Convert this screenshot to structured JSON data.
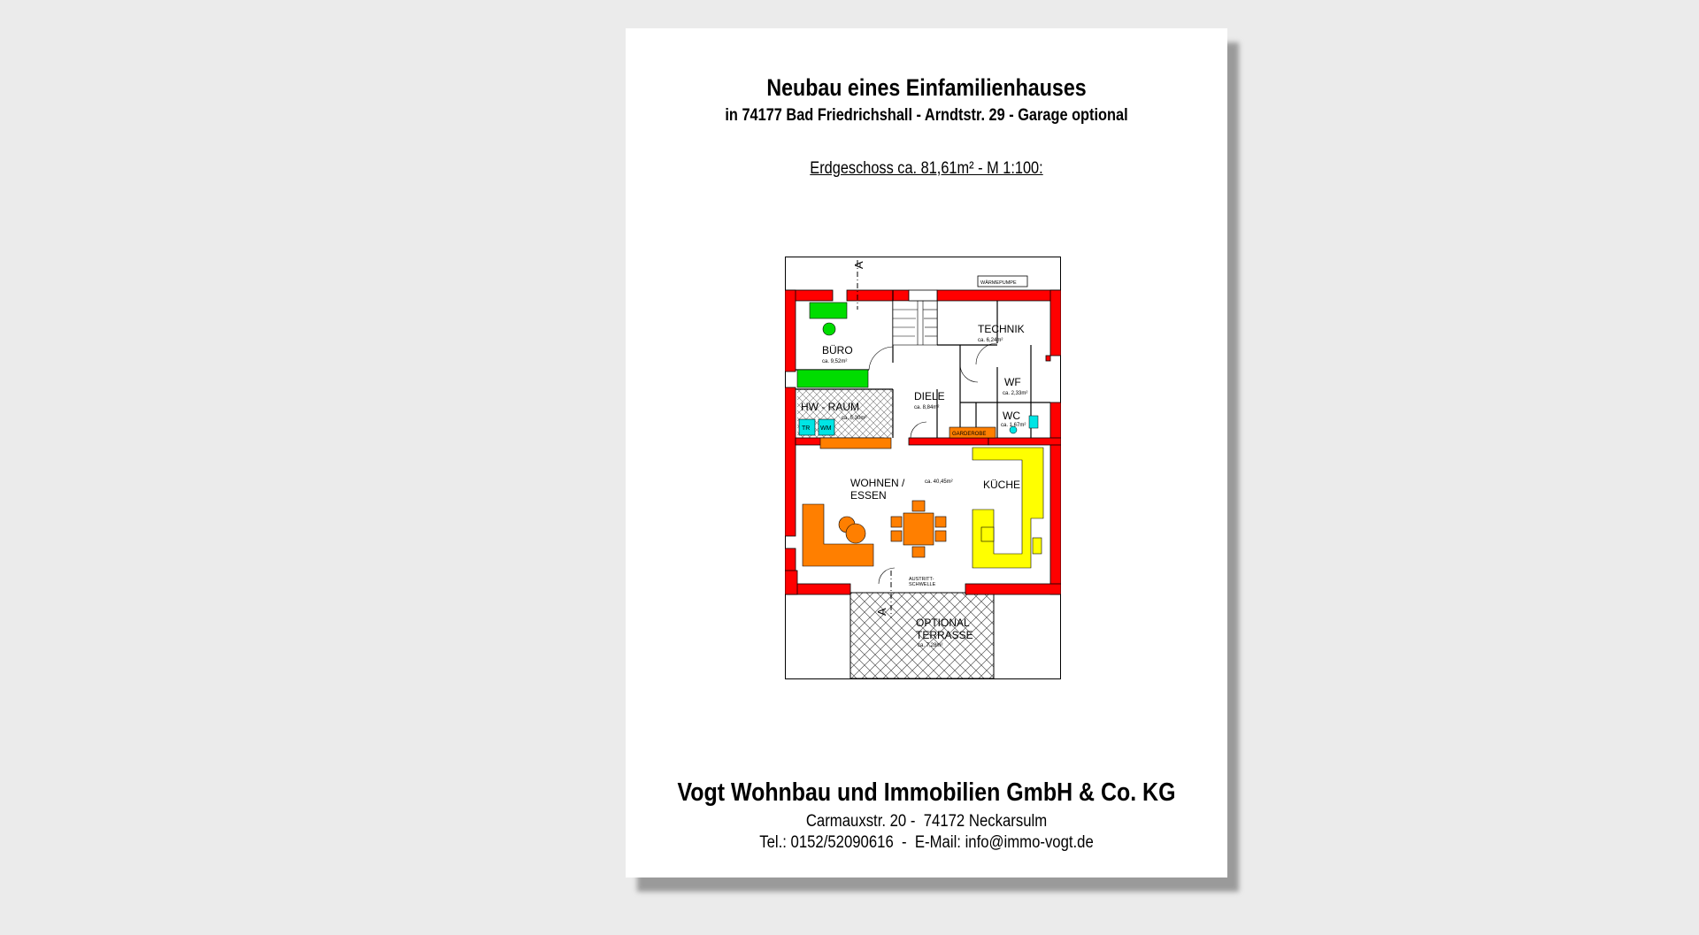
{
  "document": {
    "title": "Neubau eines Einfamilienhauses",
    "subtitle": "in 74177 Bad Friedrichshall - Arndtstr. 29 - Garage optional",
    "floor_label": "Erdgeschoss ca. 81,61m² - M 1:100:",
    "company": "Vogt Wohnbau und Immobilien GmbH & Co. KG",
    "address": "Carmauxstr. 20 -  74172 Neckarsulm",
    "contact": "Tel.: 0152/52090616  -  E-Mail: info@immo-vogt.de"
  },
  "plan": {
    "section_marker_top": "A",
    "section_marker_bottom": "A",
    "heat_pump_label": "WÄRMEPUMPE",
    "rooms": {
      "buero": {
        "name": "BÜRO",
        "area": "ca. 9,52m²"
      },
      "technik": {
        "name": "TECHNIK",
        "area": "ca. 6,24m²"
      },
      "wf": {
        "name": "WF",
        "area": "ca. 2,33m²"
      },
      "wc": {
        "name": "WC",
        "area": "ca. 1,67m²"
      },
      "diele": {
        "name": "DIELE",
        "area": "ca. 8,84m²"
      },
      "hw_raum": {
        "name": "HW - RAUM",
        "area": "ca. 5,30m²"
      },
      "wohnen": {
        "name_line1": "WOHNEN /",
        "name_line2": "ESSEN",
        "area": "ca. 40,45m²"
      },
      "kueche": {
        "name": "KÜCHE"
      },
      "terrasse": {
        "name_line1": "OPTIONAL",
        "name_line2": "TERRASSE",
        "area": "ca. 7,28m²"
      }
    },
    "garderobe_label": "GARDEROBE",
    "tr_label": "TR",
    "wm_label": "WM",
    "austritt_line1": "AUSTRITT-",
    "austritt_line2": "SCHWELLE",
    "colors": {
      "wall": "#ff0000",
      "office_furniture": "#00dd00",
      "kitchen": "#ffff00",
      "living_furniture": "#ff7f00",
      "appliances": "#00e5e5",
      "garderobe": "#ff7f00"
    }
  }
}
